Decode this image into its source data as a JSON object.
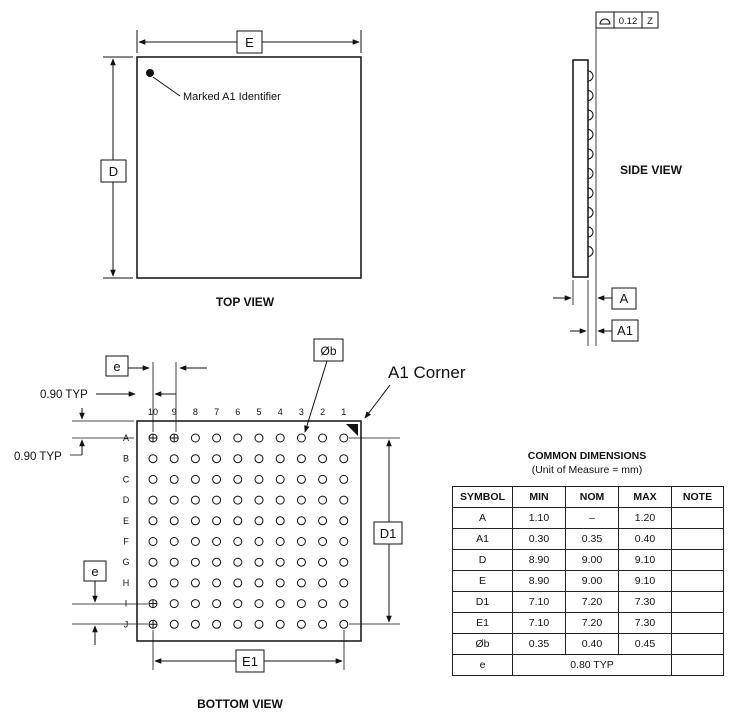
{
  "top_view": {
    "label": "TOP VIEW",
    "dim_E": "E",
    "dim_D": "D",
    "marker_label": "Marked A1 Identifier"
  },
  "side_view": {
    "label": "SIDE VIEW",
    "flatness_value": "0.12",
    "flatness_datum": "Z",
    "dim_A": "A",
    "dim_A1": "A1"
  },
  "bottom_view": {
    "label": "BOTTOM VIEW",
    "corner_label": "A1 Corner",
    "ball_dia_label": "Øb",
    "pitch_label": "e",
    "typ_label": "0.90 TYP",
    "dim_D1": "D1",
    "dim_E1": "E1",
    "col_labels": [
      "10",
      "9",
      "8",
      "7",
      "6",
      "5",
      "4",
      "3",
      "2",
      "1"
    ],
    "row_labels": [
      "A",
      "B",
      "C",
      "D",
      "E",
      "F",
      "G",
      "H",
      "I",
      "J"
    ]
  },
  "dimensions_table": {
    "title": "COMMON DIMENSIONS",
    "subtitle": "(Unit of Measure = mm)",
    "headers": [
      "SYMBOL",
      "MIN",
      "NOM",
      "MAX",
      "NOTE"
    ],
    "rows": [
      [
        "A",
        "1.10",
        "–",
        "1.20",
        ""
      ],
      [
        "A1",
        "0.30",
        "0.35",
        "0.40",
        ""
      ],
      [
        "D",
        "8.90",
        "9.00",
        "9.10",
        ""
      ],
      [
        "E",
        "8.90",
        "9.00",
        "9.10",
        ""
      ],
      [
        "D1",
        "7.10",
        "7.20",
        "7.30",
        ""
      ],
      [
        "E1",
        "7.10",
        "7.20",
        "7.30",
        ""
      ],
      [
        "Øb",
        "0.35",
        "0.40",
        "0.45",
        ""
      ]
    ],
    "last_row": {
      "symbol": "e",
      "value": "0.80 TYP"
    }
  }
}
